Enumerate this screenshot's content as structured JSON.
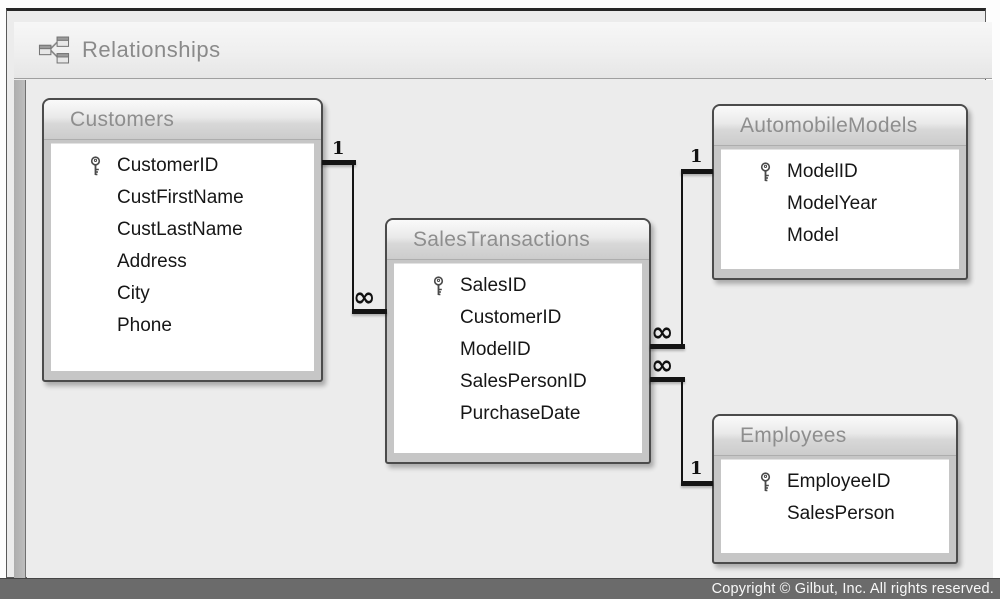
{
  "window": {
    "title": "Relationships",
    "icon": "relationships-diagram-icon"
  },
  "canvas": {
    "tables": [
      {
        "name": "Customers",
        "fields": [
          {
            "name": "CustomerID",
            "primary_key": true
          },
          {
            "name": "CustFirstName",
            "primary_key": false
          },
          {
            "name": "CustLastName",
            "primary_key": false
          },
          {
            "name": "Address",
            "primary_key": false
          },
          {
            "name": "City",
            "primary_key": false
          },
          {
            "name": "Phone",
            "primary_key": false
          }
        ]
      },
      {
        "name": "SalesTransactions",
        "fields": [
          {
            "name": "SalesID",
            "primary_key": true
          },
          {
            "name": "CustomerID",
            "primary_key": false
          },
          {
            "name": "ModelID",
            "primary_key": false
          },
          {
            "name": "SalesPersonID",
            "primary_key": false
          },
          {
            "name": "PurchaseDate",
            "primary_key": false
          }
        ]
      },
      {
        "name": "AutomobileModels",
        "fields": [
          {
            "name": "ModelID",
            "primary_key": true
          },
          {
            "name": "ModelYear",
            "primary_key": false
          },
          {
            "name": "Model",
            "primary_key": false
          }
        ]
      },
      {
        "name": "Employees",
        "fields": [
          {
            "name": "EmployeeID",
            "primary_key": true
          },
          {
            "name": "SalesPerson",
            "primary_key": false
          }
        ]
      }
    ],
    "relationships": [
      {
        "from_table": "Customers",
        "from_cardinality": "1",
        "to_table": "SalesTransactions",
        "to_cardinality": "∞"
      },
      {
        "from_table": "AutomobileModels",
        "from_cardinality": "1",
        "to_table": "SalesTransactions",
        "to_cardinality": "∞"
      },
      {
        "from_table": "Employees",
        "from_cardinality": "1",
        "to_table": "SalesTransactions",
        "to_cardinality": "∞"
      }
    ]
  },
  "footer": {
    "copyright": "Copyright © Gilbut, Inc. All rights reserved."
  },
  "colors": {
    "canvas_bg": "#ececec",
    "table_frame": "#c6c6c6",
    "table_border": "#4b4b4b",
    "header_text": "#8e8e8e",
    "line": "#141414",
    "footer_bg": "#6b6b6b"
  }
}
